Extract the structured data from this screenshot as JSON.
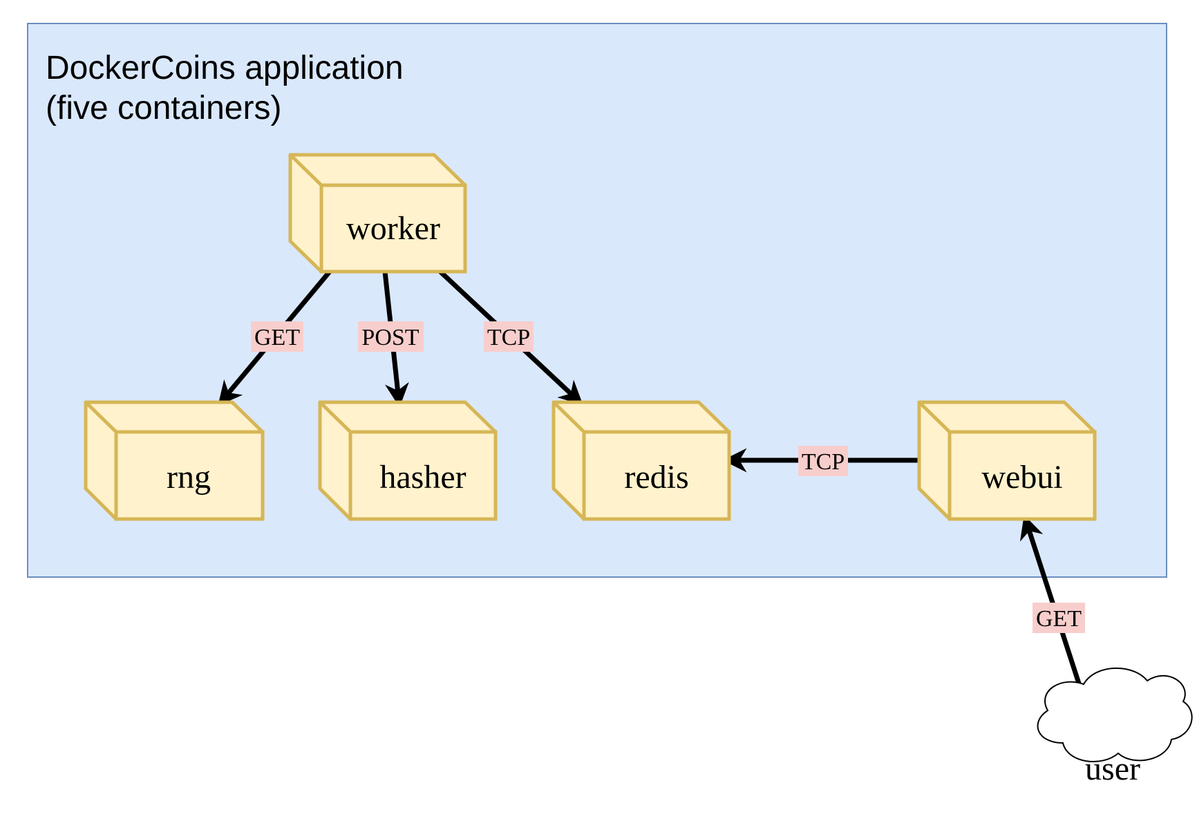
{
  "title": {
    "line1": "DockerCoins application",
    "line2": "(five containers)"
  },
  "colors": {
    "group_fill": "#dae8fc",
    "group_stroke": "#6c8ebf",
    "box_fill": "#fff2cc",
    "box_stroke": "#d6b656",
    "label_bg": "#f8cecc",
    "arrow": "#000000"
  },
  "nodes": {
    "worker": "worker",
    "rng": "rng",
    "hasher": "hasher",
    "redis": "redis",
    "webui": "webui",
    "user": "user"
  },
  "edges": {
    "worker_rng": "GET",
    "worker_hasher": "POST",
    "worker_redis": "TCP",
    "webui_redis": "TCP",
    "user_webui": "GET"
  }
}
